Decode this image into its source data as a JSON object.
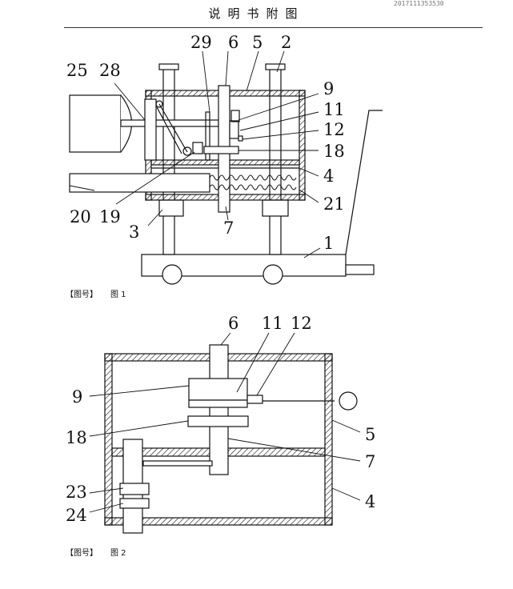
{
  "header": {
    "title": "说明书附图",
    "doc_number": "2017111353530"
  },
  "figure1": {
    "tag": "【图号】",
    "caption": "图 1",
    "labels": [
      "25",
      "28",
      "29",
      "6",
      "5",
      "2",
      "9",
      "11",
      "12",
      "18",
      "4",
      "21",
      "20",
      "19",
      "3",
      "7",
      "1"
    ]
  },
  "figure2": {
    "tag": "【图号】",
    "caption": "图 2",
    "labels": [
      "6",
      "11",
      "12",
      "9",
      "18",
      "5",
      "7",
      "23",
      "24",
      "4"
    ]
  }
}
